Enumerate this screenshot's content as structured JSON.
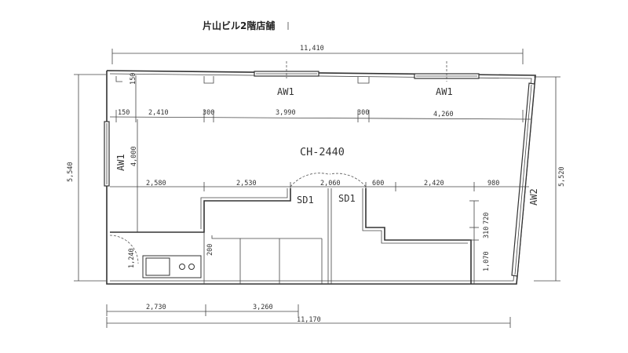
{
  "title": "片山ビル2階店舗",
  "overall": {
    "top_width": "11,410",
    "bottom_width": "11,170",
    "left_height": "5,540",
    "right_height": "5,520"
  },
  "top_dims": {
    "a": "150",
    "b": "2,410",
    "c": "300",
    "d": "3,990",
    "e": "300",
    "f": "4,260",
    "wall_offset": "150"
  },
  "mid_dims": {
    "a": "2,580",
    "b": "2,530",
    "c": "2,060",
    "d": "600",
    "e": "2,420",
    "f": "980"
  },
  "bottom_dims": {
    "a": "2,730",
    "b": "3,260"
  },
  "left_dims": {
    "depth": "4,000",
    "kitchen": "1,240"
  },
  "inner_dims": {
    "step": "200",
    "right_a": "720",
    "right_b": "310",
    "right_c": "1,070"
  },
  "labels": {
    "aw1_top_left": "AW1",
    "aw1_top_right": "AW1",
    "aw1_left": "AW1",
    "aw2_right": "AW2",
    "ceiling": "CH-2440",
    "sd1_left": "SD1",
    "sd1_right": "SD1"
  }
}
